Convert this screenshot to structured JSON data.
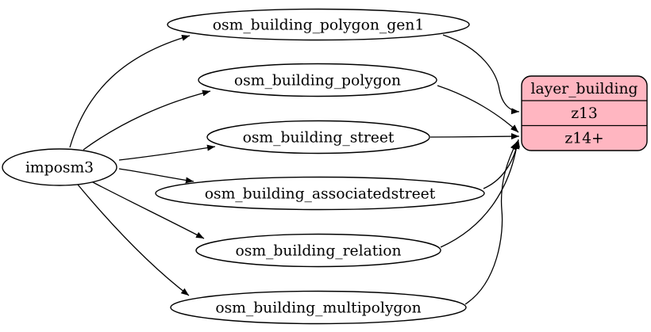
{
  "diagram": {
    "type": "graphviz-etl-mapping",
    "background_color": "#ffffff",
    "source": {
      "label": "imposm3"
    },
    "tables": [
      {
        "label": "osm_building_polygon_gen1"
      },
      {
        "label": "osm_building_polygon"
      },
      {
        "label": "osm_building_street"
      },
      {
        "label": "osm_building_associatedstreet"
      },
      {
        "label": "osm_building_relation"
      },
      {
        "label": "osm_building_multipolygon"
      }
    ],
    "layer": {
      "title": "layer_building",
      "rows": [
        {
          "label": "z13"
        },
        {
          "label": "z14+"
        }
      ],
      "fill": "#ffb6c1",
      "stroke": "#000000"
    },
    "edges": [
      {
        "from": "imposm3",
        "to": "osm_building_polygon_gen1"
      },
      {
        "from": "imposm3",
        "to": "osm_building_polygon"
      },
      {
        "from": "imposm3",
        "to": "osm_building_street"
      },
      {
        "from": "imposm3",
        "to": "osm_building_associatedstreet"
      },
      {
        "from": "imposm3",
        "to": "osm_building_relation"
      },
      {
        "from": "imposm3",
        "to": "osm_building_multipolygon"
      },
      {
        "from": "osm_building_polygon_gen1",
        "to": "layer_building",
        "row": "z13"
      },
      {
        "from": "osm_building_polygon",
        "to": "layer_building",
        "row": "z14+"
      },
      {
        "from": "osm_building_street",
        "to": "layer_building",
        "row": "z14+"
      },
      {
        "from": "osm_building_associatedstreet",
        "to": "layer_building",
        "row": "z14+"
      },
      {
        "from": "osm_building_relation",
        "to": "layer_building",
        "row": "z14+"
      },
      {
        "from": "osm_building_multipolygon",
        "to": "layer_building",
        "row": "z14+"
      }
    ],
    "colors": {
      "node_fill": "#ffffff",
      "edge_stroke": "#000000",
      "layer_fill": "#ffb6c1",
      "text": "#000000"
    }
  }
}
